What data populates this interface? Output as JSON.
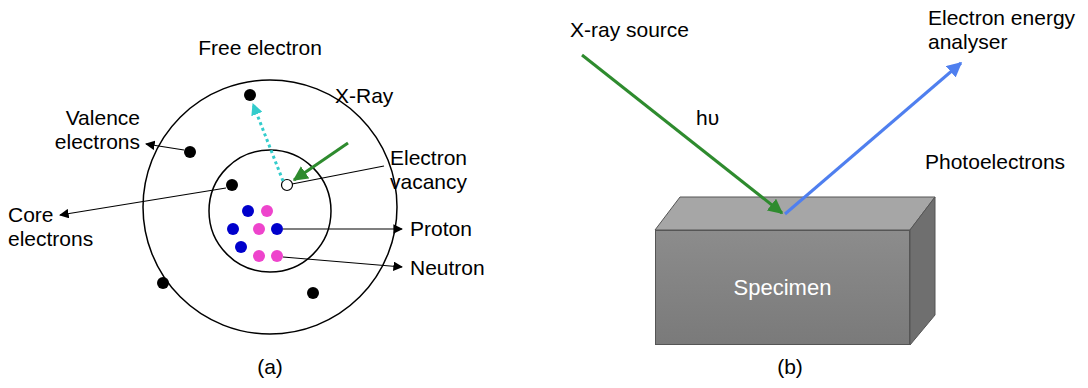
{
  "diagram": {
    "nodes": [
      {
        "text": [
          "Specimen"
        ]
      }
    ],
    "labels": [
      "Free electron",
      "X-Ray",
      "Valence electrons",
      "Electron vacancy",
      "Core electrons",
      "Proton",
      "Neutron",
      "(a)",
      "X-ray source",
      "hυ",
      "Electron energy analyser",
      "Photoelectrons",
      "(b)"
    ]
  }
}
